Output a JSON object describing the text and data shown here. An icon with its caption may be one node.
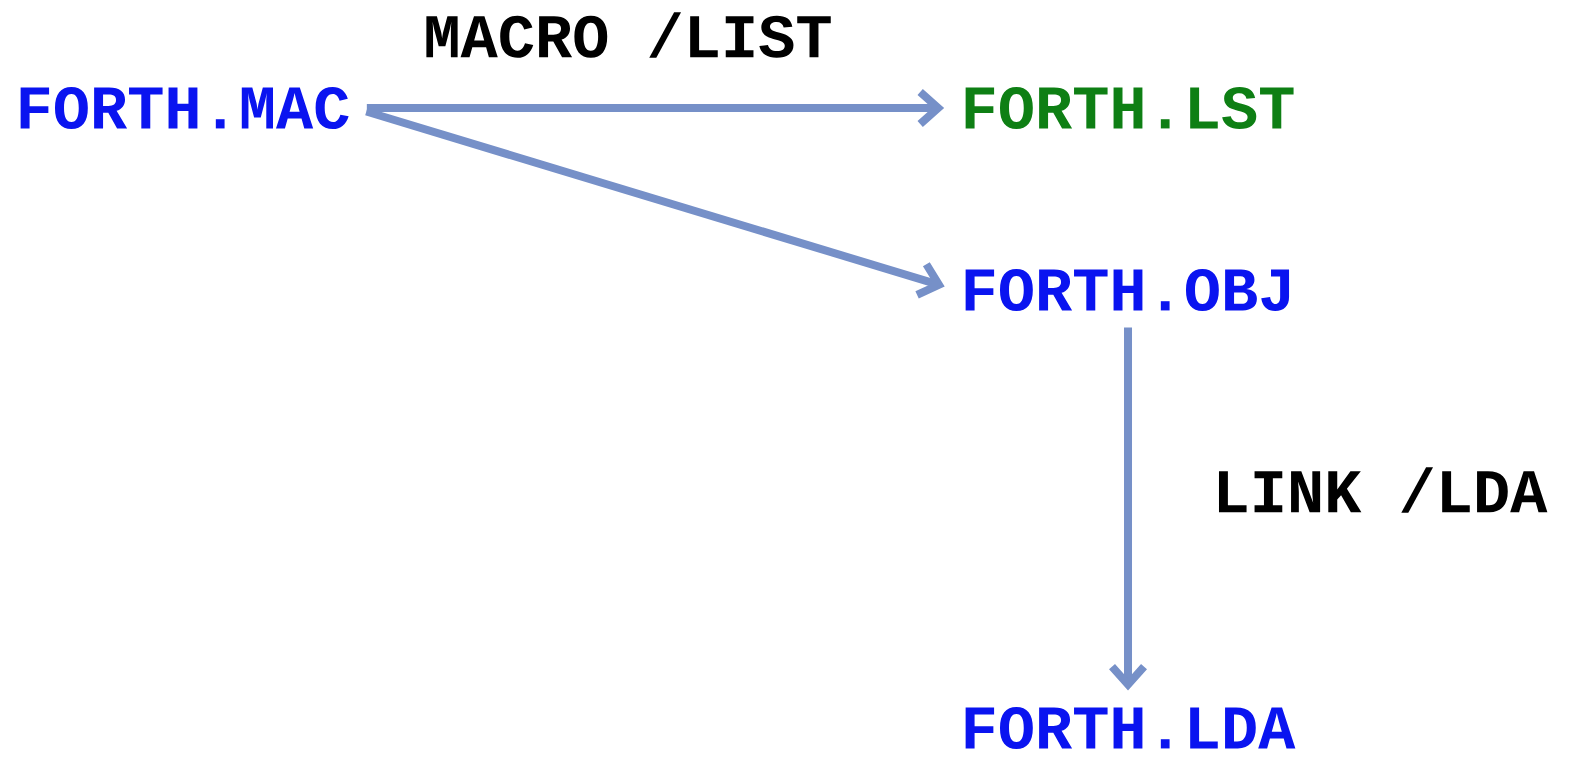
{
  "diagram": {
    "nodes": [
      {
        "text": [
          "FORTH.MAC"
        ]
      },
      {
        "text": [
          "FORTH.LST"
        ]
      },
      {
        "text": [
          "FORTH.OBJ"
        ]
      },
      {
        "text": [
          "FORTH.LDA"
        ]
      }
    ],
    "edges": [
      {
        "from": 0,
        "to": 1,
        "arrow": "to",
        "label": "MACRO /LIST"
      },
      {
        "from": 0,
        "to": 2,
        "arrow": "to"
      },
      {
        "from": 2,
        "to": 3,
        "arrow": "to",
        "label": "LINK /LDA"
      }
    ]
  }
}
